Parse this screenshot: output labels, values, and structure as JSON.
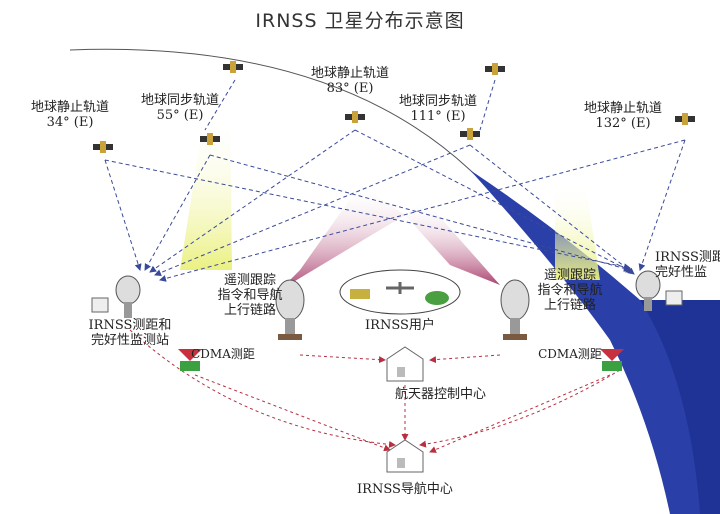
{
  "title": "IRNSS 卫星分布示意图",
  "satellites": [
    {
      "orbit": "地球静止轨道",
      "longitude": "34° (E)"
    },
    {
      "orbit": "地球同步轨道",
      "longitude": "55° (E)"
    },
    {
      "orbit": "地球静止轨道",
      "longitude": "83° (E)"
    },
    {
      "orbit": "地球同步轨道",
      "longitude": "111° (E)"
    },
    {
      "orbit": "地球静止轨道",
      "longitude": "132° (E)"
    }
  ],
  "stations": {
    "left_monitor": {
      "line1": "IRNSS测距和",
      "line2": "完好性监测站"
    },
    "right_monitor": {
      "line1": "IRNSS测距",
      "line2": "完好性监"
    },
    "cdma_left": "CDMA测距",
    "cdma_right": "CDMA测距",
    "uplink_left": {
      "line1": "遥测跟踪",
      "line2": "指令和导航",
      "line3": "上行链路"
    },
    "uplink_right": {
      "line1": "遥测跟踪",
      "line2": "指令和导航",
      "line3": "上行链路"
    },
    "users": "IRNSS用户",
    "spacecraft_control": "航天器控制中心",
    "nav_center": "IRNSS导航中心"
  },
  "colors": {
    "earth_blue": "#2a3fa8",
    "beam_yellow": "#eef2a0",
    "beam_magenta": "#a83a6a",
    "link_blue": "#3a4a9a",
    "link_red": "#b83040"
  }
}
